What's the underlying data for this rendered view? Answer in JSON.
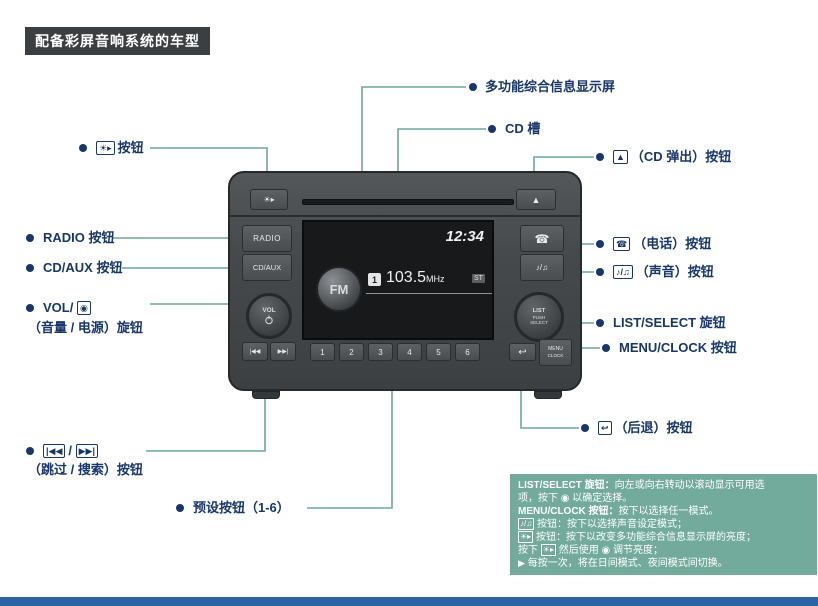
{
  "page": {
    "title": "配备彩屏音响系统的车型"
  },
  "colors": {
    "callout_text": "#17366d",
    "connector_line": "#6ca89b",
    "infobox_bg": "#72ab9c",
    "footer_bar": "#2d62a6",
    "title_badge_bg": "#3b3f42"
  },
  "callouts": {
    "display": "多功能综合信息显示屏",
    "cd_slot": "CD 槽",
    "brightness_icon": "☀▸",
    "brightness_label": "按钮",
    "eject_icon": "▲",
    "eject_label": "（CD 弹出）按钮",
    "radio": "RADIO 按钮",
    "cd_aux": "CD/AUX 按钮",
    "phone_icon": "☎",
    "phone_label": "（电话）按钮",
    "sound_icon": "♪/♫",
    "sound_label": "（声音）按钮",
    "vol_line1": "VOL/",
    "vol_icon": "◉",
    "vol_line2": "（音量 / 电源）旋钮",
    "list_select": "LIST/SELECT 旋钮",
    "menu_clock": "MENU/CLOCK 按钮",
    "back_icon": "↩",
    "back_label": "（后退）按钮",
    "skip_icon1": "|◀◀",
    "skip_sep": "/",
    "skip_icon2": "▶▶|",
    "skip_line2": "（跳过 / 搜索）按钮",
    "preset": "预设按钮（1-6）"
  },
  "unit": {
    "brightness_icon": "☀▸",
    "eject_icon": "▲",
    "radio": "RADIO",
    "cd_aux": "CD/AUX",
    "phone_icon": "☎",
    "sound_icon": "♪/♫",
    "clock": "12:34",
    "fm": "FM",
    "preset_indicator": "1",
    "frequency": "103.5",
    "freq_unit": "MHz",
    "stereo": "ST",
    "vol": "VOL",
    "knob_list": "LIST",
    "knob_push": "PUSH",
    "knob_select": "SELECT",
    "skip_back_icon": "|◀◀",
    "skip_fwd_icon": "▶▶|",
    "presets": [
      "1",
      "2",
      "3",
      "4",
      "5",
      "6"
    ],
    "back_icon": "↩",
    "menu": "MENU",
    "clock_btn": "CLOCK"
  },
  "infobox": {
    "l1_label": "LIST/SELECT 旋钮：",
    "l1_text": "向左或向右转动以滚动显示可用选",
    "l2_pre": "项，按下",
    "knob_icon": "◉",
    "l2_post": "以确定选择。",
    "l3_label": "MENU/CLOCK 按钮：",
    "l3_text": "按下以选择任一模式。",
    "sound_icon": "♪/♫",
    "l4_text": "按钮：按下以选择声音设定模式；",
    "bright_icon": "☀▸",
    "l5_text": "按钮：按下以改变多功能综合信息显示屏的亮度；",
    "l6_pre": "按下",
    "l6_mid": "然后使用",
    "l6_post": "调节亮度；",
    "arrow_icon": "▶",
    "l7_text": "每按一次，将在日间模式、夜间模式间切换。"
  }
}
